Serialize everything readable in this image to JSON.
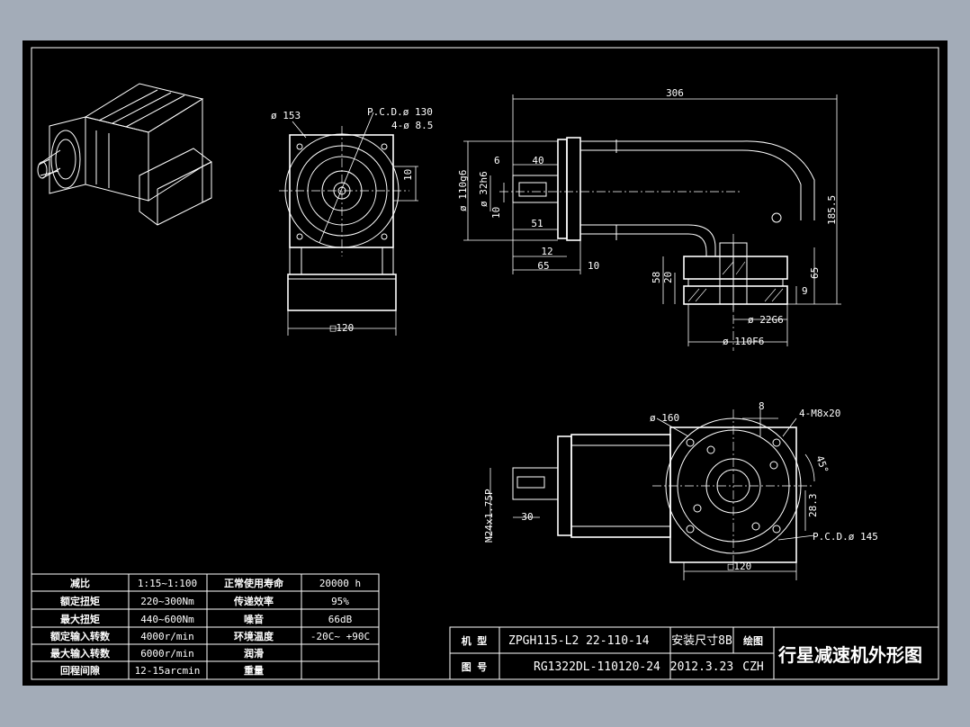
{
  "dimensions": {
    "view_side": {
      "overall_length": "306",
      "flange_pilot": "ø 110g6",
      "shaft_dia": "ø 32h6",
      "key_width": "10",
      "key_length": "40",
      "shaft_offset": "6",
      "shaft_length": "51",
      "collar_length": "12",
      "flange_length": "65",
      "flange_thk": "10",
      "total_height": "185.5",
      "base_height": "65",
      "base_thk": "9",
      "output_height": "58",
      "output_step": "20",
      "output_bore": "ø 22G6",
      "base_pilot": "ø 110F6"
    },
    "view_end": {
      "outer_circle": "ø 153",
      "pcd": "P.C.D.ø 130",
      "holes": "4-ø 8.5",
      "tab": "10",
      "square": "□120"
    },
    "view_bottom": {
      "flange_dia": "ø 160",
      "key_width": "8",
      "holes": "4-M8x20",
      "angle": "45°",
      "thread": "M24x1.75P",
      "shaft_length": "30",
      "key_depth": "28.3",
      "pcd": "P.C.D.ø 145",
      "square": "□120"
    }
  },
  "spec_table": {
    "rows": [
      {
        "label1": "减比",
        "value1": "1:15~1:100",
        "label2": "正常使用寿命",
        "value2": "20000 h"
      },
      {
        "label1": "额定扭矩",
        "value1": "220~300Nm",
        "label2": "传递效率",
        "value2": "95%"
      },
      {
        "label1": "最大扭矩",
        "value1": "440~600Nm",
        "label2": "噪音",
        "value2": "66dB"
      },
      {
        "label1": "额定输入转数",
        "value1": "4000r/min",
        "label2": "环境温度",
        "value2": "-20C~ +90C"
      },
      {
        "label1": "最大输入转数",
        "value1": "6000r/min",
        "label2": "润滑",
        "value2": ""
      },
      {
        "label1": "回程间隙",
        "value1": "12-15arcmin",
        "label2": "重量",
        "value2": ""
      }
    ]
  },
  "title_block": {
    "model_label": "机 型",
    "model_value": "ZPGH115-L2 22-110-14",
    "drawing_label": "图 号",
    "drawing_value": "RG1322DL-110120-24",
    "cell_a": "安装尺寸8B",
    "draw_label": "绘图",
    "date": "2012.3.23",
    "author": "CZH",
    "title": "行星减速机外形图"
  }
}
